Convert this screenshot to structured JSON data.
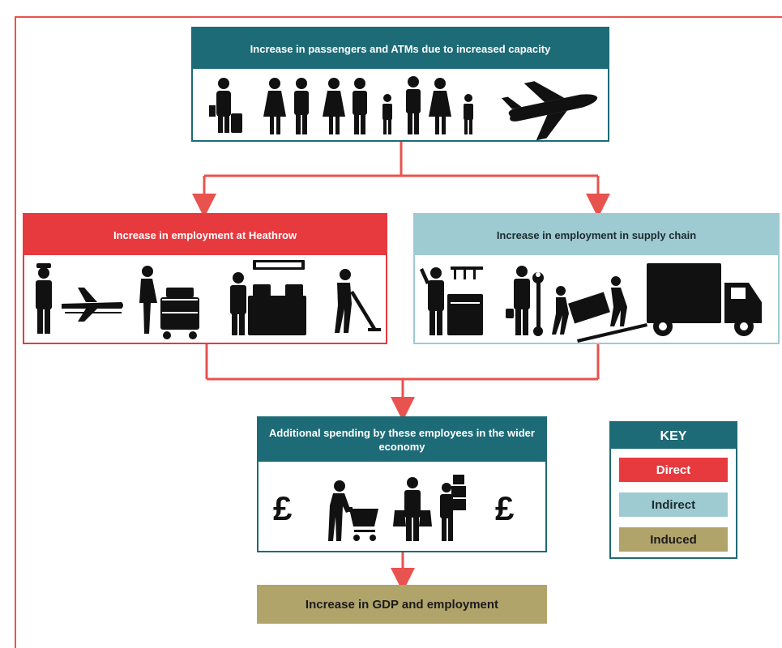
{
  "boxes": {
    "top": {
      "title": "Increase in passengers and ATMs due to increased capacity"
    },
    "heathrow": {
      "title": "Increase in employment at Heathrow"
    },
    "supply": {
      "title": "Increase in employment in supply chain"
    },
    "spending": {
      "title": "Additional spending by these employees in the wider economy"
    },
    "gdp": {
      "title": "Increase in GDP and employment"
    }
  },
  "key": {
    "title": "KEY",
    "items": [
      {
        "label": "Direct",
        "color": "#e63a3e"
      },
      {
        "label": "Indirect",
        "color": "#9ecbd1"
      },
      {
        "label": "Induced",
        "color": "#b1a46a"
      }
    ]
  },
  "colors": {
    "teal": "#1d6b77",
    "red": "#e63a3e",
    "light_blue": "#9ecbd1",
    "olive": "#b1a46a",
    "arrow": "#e8534f"
  },
  "icons": {
    "top": [
      "business-traveller-icon",
      "woman-icon",
      "man-icon",
      "woman-icon",
      "man-icon",
      "family-icon",
      "airplane-icon"
    ],
    "heathrow": [
      "pilot-with-plane-icon",
      "baggage-handler-icon",
      "check-in-desk-icon",
      "cleaner-icon"
    ],
    "supply": [
      "chef-icon",
      "mechanic-icon",
      "movers-icon",
      "delivery-truck-icon"
    ],
    "spending": [
      "pound-icon",
      "shopper-trolley-icon",
      "shopper-bags-icon",
      "person-carrying-boxes-icon",
      "pound-icon"
    ]
  }
}
